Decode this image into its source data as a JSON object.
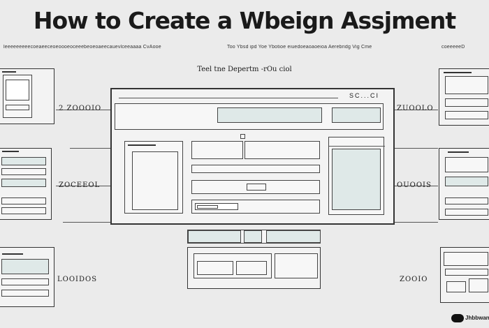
{
  "header": {
    "title": "How to Create a Wbeign Assjment",
    "subtitle_left": "leeeeeeeeecoeaeeceoeoooeoceeebeoeoaeecauevlceeaaaa CvAooe",
    "subtitle_right": "Too Ybsd ipd  Yoe Ybotioe eiuedoeaoaoeioa Aerebridg Vig  Cme",
    "subtitle_far_right": "coeeeeeD",
    "caption": "Teel tne Depertm -rOu ciol"
  },
  "main_window": {
    "title_text": "SC...CI"
  },
  "labels": {
    "left_top": "2  ZOOOIO",
    "left_mid": "ZOCEEOL",
    "left_bottom": "LOOIDOS",
    "right_top": "ZUOOLO",
    "right_mid": "OUOOIS",
    "right_bottom": "ZOOIO"
  },
  "footer": {
    "logo_text": "Jhbbwanbl"
  }
}
